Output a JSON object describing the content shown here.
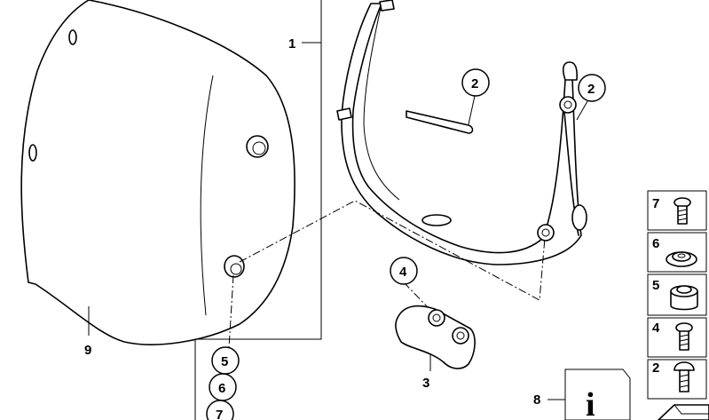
{
  "labels": {
    "plain": {
      "part1": "1",
      "part3": "3",
      "part8": "8",
      "part9": "9"
    },
    "bubbles": {
      "b2a": "2",
      "b2b": "2",
      "b4": "4",
      "b5": "5",
      "b6": "6",
      "b7": "7"
    },
    "sidebar": [
      "7",
      "6",
      "5",
      "4",
      "2"
    ],
    "info_glyph": "i"
  }
}
